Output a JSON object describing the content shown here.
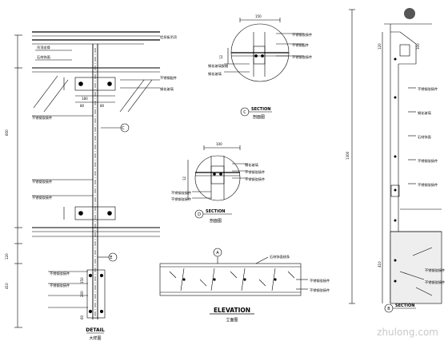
{
  "watermark": "zhulong.com",
  "detail": {
    "title": "DETAIL",
    "subtitle": "大样图",
    "callouts": [
      "铝扣板吊顶",
      "吊顶龙骨",
      "石材饰面",
      "不锈钢配件",
      "钢化玻璃",
      "不锈钢驳接件",
      "不锈钢驳接件",
      "不锈钢驳接件",
      "不锈钢驳接件",
      "不锈钢驳接件"
    ],
    "dims": [
      "600",
      "180",
      "80",
      "80",
      "120",
      "410",
      "200",
      "150",
      "60"
    ]
  },
  "section1": {
    "title": "SECTION",
    "subtitle": "剖面图",
    "marker": "C",
    "callouts": [
      "不锈钢驳接件",
      "不锈钢配件",
      "不锈钢驳接件",
      "钢化玻璃胶缝",
      "钢化玻璃"
    ],
    "dims": [
      "150",
      "12"
    ]
  },
  "section2": {
    "title": "SECTION",
    "subtitle": "剖面图",
    "marker": "D",
    "callouts": [
      "钢化玻璃",
      "不锈钢驳接件",
      "不锈钢驳接件",
      "不锈钢驳接件",
      "不锈钢驳接件"
    ],
    "dims": [
      "100",
      "12"
    ]
  },
  "elevation": {
    "title": "ELEVATION",
    "subtitle": "立面图",
    "marker": "A",
    "callouts": [
      "石材饰面线条",
      "不锈钢驳接件",
      "不锈钢驳接件"
    ]
  },
  "section3": {
    "title": "SECTION",
    "marker": "B",
    "callouts": [
      "不锈钢驳接件",
      "钢化玻璃",
      "石材饰面",
      "不锈钢驳接件",
      "不锈钢驳接件",
      "不锈钢驳接件",
      "不锈钢驳接件"
    ],
    "dims": [
      "1300",
      "120",
      "100",
      "410"
    ]
  },
  "marker_c_detail": "C",
  "marker_e_detail": "E"
}
